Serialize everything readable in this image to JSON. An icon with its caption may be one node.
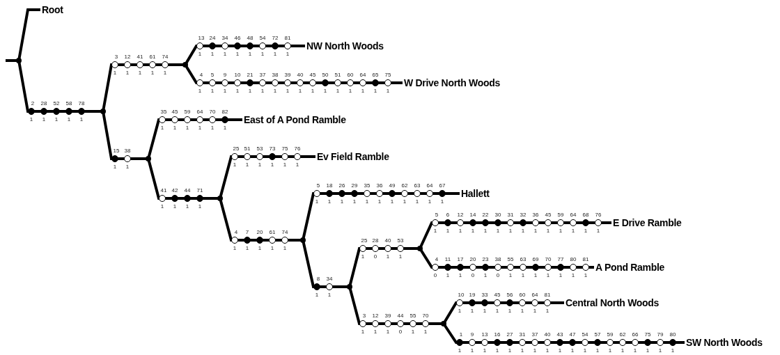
{
  "diagram": {
    "nodes": [
      {
        "text": [
          "Root"
        ]
      },
      {
        "text": [],
        "shape": "point"
      },
      {
        "text": [],
        "shape": "point"
      },
      {
        "text": [],
        "shape": "point"
      },
      {
        "text": [
          "NW North Woods"
        ]
      },
      {
        "text": [
          "W Drive North Woods"
        ]
      },
      {
        "text": [],
        "shape": "point"
      },
      {
        "text": [
          "East of A Pond Ramble"
        ]
      },
      {
        "text": [],
        "shape": "point"
      },
      {
        "text": [
          "Ev Field Ramble"
        ]
      },
      {
        "text": [],
        "shape": "point"
      },
      {
        "text": [
          "Hallett"
        ]
      },
      {
        "text": [],
        "shape": "point"
      },
      {
        "text": [],
        "shape": "point"
      },
      {
        "text": [
          "E Drive Ramble"
        ]
      },
      {
        "text": [
          "A Pond Ramble"
        ]
      },
      {
        "text": [],
        "shape": "point"
      },
      {
        "text": [
          "Central North Woods"
        ]
      },
      {
        "text": [
          "SW North Woods"
        ]
      }
    ],
    "edges": [
      {
        "from": null,
        "to": 1,
        "arrow": "none"
      },
      {
        "from": 1,
        "to": 0,
        "arrow": "none"
      },
      {
        "from": 1,
        "to": 2,
        "arrow": "none"
      },
      {
        "from": 2,
        "to": 3,
        "arrow": "none"
      },
      {
        "from": 3,
        "to": 4,
        "arrow": "none"
      },
      {
        "from": 3,
        "to": 5,
        "arrow": "none"
      },
      {
        "from": 2,
        "to": 6,
        "arrow": "none"
      },
      {
        "from": 6,
        "to": 7,
        "arrow": "none"
      },
      {
        "from": 6,
        "to": 8,
        "arrow": "none"
      },
      {
        "from": 8,
        "to": 9,
        "arrow": "none"
      },
      {
        "from": 8,
        "to": 10,
        "arrow": "none"
      },
      {
        "from": 10,
        "to": 11,
        "arrow": "none"
      },
      {
        "from": 10,
        "to": 12,
        "arrow": "none"
      },
      {
        "from": 12,
        "to": 13,
        "arrow": "none"
      },
      {
        "from": 13,
        "to": 14,
        "arrow": "none"
      },
      {
        "from": 13,
        "to": 15,
        "arrow": "none"
      },
      {
        "from": 12,
        "to": 16,
        "arrow": "none"
      },
      {
        "from": 16,
        "to": 17,
        "arrow": "none"
      },
      {
        "from": 16,
        "to": 18,
        "arrow": "none"
      }
    ],
    "labels": [
      "2",
      "1",
      "28",
      "1",
      "52",
      "1",
      "58",
      "1",
      "78",
      "1",
      "3",
      "1",
      "12",
      "1",
      "41",
      "1",
      "61",
      "1",
      "74",
      "1",
      "13",
      "1",
      "24",
      "1",
      "34",
      "1",
      "46",
      "1",
      "48",
      "1",
      "54",
      "1",
      "72",
      "1",
      "81",
      "1",
      "4",
      "1",
      "5",
      "1",
      "9",
      "1",
      "10",
      "1",
      "21",
      "1",
      "37",
      "1",
      "38",
      "1",
      "39",
      "1",
      "40",
      "1",
      "45",
      "1",
      "50",
      "1",
      "51",
      "1",
      "60",
      "1",
      "64",
      "1",
      "65",
      "1",
      "75",
      "1",
      "15",
      "1",
      "38",
      "1",
      "35",
      "1",
      "45",
      "1",
      "59",
      "1",
      "64",
      "1",
      "70",
      "1",
      "82",
      "1",
      "41",
      "1",
      "42",
      "1",
      "44",
      "1",
      "71",
      "1",
      "25",
      "1",
      "51",
      "1",
      "53",
      "1",
      "73",
      "1",
      "75",
      "1",
      "76",
      "1",
      "4",
      "1",
      "7",
      "1",
      "20",
      "1",
      "61",
      "1",
      "74",
      "1",
      "5",
      "1",
      "18",
      "1",
      "26",
      "1",
      "29",
      "1",
      "35",
      "1",
      "36",
      "1",
      "49",
      "1",
      "62",
      "1",
      "63",
      "1",
      "64",
      "1",
      "67",
      "1",
      "8",
      "1",
      "34",
      "1",
      "25",
      "1",
      "28",
      "0",
      "40",
      "1",
      "53",
      "1",
      "5",
      "1",
      "6",
      "1",
      "12",
      "1",
      "14",
      "1",
      "22",
      "1",
      "30",
      "1",
      "31",
      "1",
      "32",
      "1",
      "36",
      "1",
      "45",
      "1",
      "59",
      "1",
      "64",
      "1",
      "68",
      "1",
      "76",
      "1",
      "4",
      "0",
      "11",
      "1",
      "17",
      "1",
      "20",
      "0",
      "23",
      "1",
      "38",
      "0",
      "55",
      "1",
      "63",
      "1",
      "69",
      "1",
      "70",
      "1",
      "77",
      "1",
      "80",
      "1",
      "81",
      "1",
      "3",
      "1",
      "12",
      "1",
      "39",
      "1",
      "44",
      "0",
      "55",
      "1",
      "70",
      "1",
      "10",
      "1",
      "19",
      "1",
      "33",
      "1",
      "45",
      "1",
      "56",
      "1",
      "60",
      "1",
      "64",
      "1",
      "81",
      "1",
      "1",
      "1",
      "9",
      "1",
      "13",
      "1",
      "16",
      "1",
      "27",
      "1",
      "31",
      "1",
      "37",
      "1",
      "40",
      "1",
      "43",
      "1",
      "47",
      "1",
      "54",
      "1",
      "57",
      "1",
      "59",
      "1",
      "62",
      "1",
      "66",
      "1",
      "75",
      "1",
      "79",
      "1",
      "80",
      "1"
    ]
  }
}
